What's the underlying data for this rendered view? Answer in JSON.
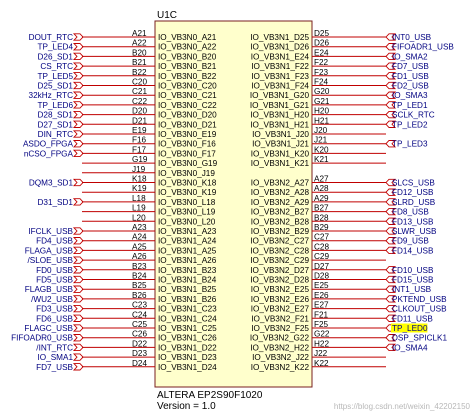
{
  "chip": {
    "ref": "U1C",
    "part": "ALTERA EP2S90F1020",
    "version": "Version = 1.0"
  },
  "left_pins": [
    {
      "net": "DOUT_RTC",
      "pin": "A21",
      "label": "IO_VB3N0_A21"
    },
    {
      "net": "TP_LED4",
      "pin": "A22",
      "label": "IO_VB3N0_A22"
    },
    {
      "net": "D26_SD1",
      "pin": "B20",
      "label": "IO_VB3N0_B20"
    },
    {
      "net": "CS_RTC",
      "pin": "B21",
      "label": "IO_VB3N0_B21"
    },
    {
      "net": "TP_LED5",
      "pin": "B22",
      "label": "IO_VB3N0_B22"
    },
    {
      "net": "D25_SD1",
      "pin": "C20",
      "label": "IO_VB3N0_C20"
    },
    {
      "net": "32kHz_RTC",
      "pin": "C21",
      "label": "IO_VB3N0_C21"
    },
    {
      "net": "TP_LED6",
      "pin": "C22",
      "label": "IO_VB3N0_C22"
    },
    {
      "net": "D28_SD1",
      "pin": "D20",
      "label": "IO_VB3N0_D20"
    },
    {
      "net": "D27_SD1",
      "pin": "D21",
      "label": "IO_VB3N0_D21"
    },
    {
      "net": "DIN_RTC",
      "pin": "E19",
      "label": "IO_VB3N0_E19"
    },
    {
      "net": "ASDO_FPGA",
      "pin": "F16",
      "label": "IO_VB3N0_F16"
    },
    {
      "net": "nCSO_FPGA",
      "pin": "F17",
      "label": "IO_VB3N0_F17"
    },
    {
      "net": "",
      "pin": "G19",
      "label": "IO_VB3N0_G19"
    },
    {
      "net": "",
      "pin": "J19",
      "label": "IO_VB3N0_J19"
    },
    {
      "net": "DQM3_SD1",
      "pin": "K18",
      "label": "IO_VB3N0_K18"
    },
    {
      "net": "",
      "pin": "K19",
      "label": "IO_VB3N0_K19"
    },
    {
      "net": "D31_SD1",
      "pin": "L18",
      "label": "IO_VB3N0_L18"
    },
    {
      "net": "",
      "pin": "L19",
      "label": "IO_VB3N0_L19"
    },
    {
      "net": "",
      "pin": "L20",
      "label": "IO_VB3N0_L20"
    },
    {
      "net": "IFCLK_USB",
      "pin": "A23",
      "label": "IO_VB3N1_A23"
    },
    {
      "net": "FD4_USB",
      "pin": "A24",
      "label": "IO_VB3N1_A24"
    },
    {
      "net": "FLAGA_USB",
      "pin": "A25",
      "label": "IO_VB3N1_A25"
    },
    {
      "net": "/SLOE_USB",
      "pin": "A26",
      "label": "IO_VB3N1_A26"
    },
    {
      "net": "FD0_USB",
      "pin": "B23",
      "label": "IO_VB3N1_B23"
    },
    {
      "net": "FD5_USB",
      "pin": "B24",
      "label": "IO_VB3N1_B24"
    },
    {
      "net": "FLAGB_USB",
      "pin": "B25",
      "label": "IO_VB3N1_B25"
    },
    {
      "net": "/WU2_USB",
      "pin": "B26",
      "label": "IO_VB3N1_B26"
    },
    {
      "net": "FD3_USB",
      "pin": "C23",
      "label": "IO_VB3N1_C23"
    },
    {
      "net": "FD6_USB",
      "pin": "C24",
      "label": "IO_VB3N1_C24"
    },
    {
      "net": "FLAGC_USB",
      "pin": "C25",
      "label": "IO_VB3N1_C25"
    },
    {
      "net": "FIFOADR0_USB",
      "pin": "C26",
      "label": "IO_VB3N1_C26"
    },
    {
      "net": "/INT_RTC",
      "pin": "D22",
      "label": "IO_VB3N1_D22"
    },
    {
      "net": "IO_SMA1",
      "pin": "D23",
      "label": "IO_VB3N1_D23"
    },
    {
      "net": "FD7_USB",
      "pin": "D24",
      "label": "IO_VB3N1_D24"
    }
  ],
  "right_pins": [
    {
      "net": "INT0_USB",
      "pin": "D25",
      "label": "IO_VB3N1_D25"
    },
    {
      "net": "FIFOADR1_USB",
      "pin": "D26",
      "label": "IO_VB3N1_D26"
    },
    {
      "net": "IO_SMA2",
      "pin": "E24",
      "label": "IO_VB3N1_E24"
    },
    {
      "net": "FD7_USB",
      "pin": "F22",
      "label": "IO_VB3N1_F22"
    },
    {
      "net": "FD1_USB",
      "pin": "F23",
      "label": "IO_VB3N1_F23"
    },
    {
      "net": "FD2_USB",
      "pin": "F24",
      "label": "IO_VB3N1_F24"
    },
    {
      "net": "IO_SMA3",
      "pin": "G20",
      "label": "IO_VB3N1_G20"
    },
    {
      "net": "TP_LED1",
      "pin": "G21",
      "label": "IO_VB3N1_G21"
    },
    {
      "net": "SCLK_RTC",
      "pin": "H20",
      "label": "IO_VB3N1_H20"
    },
    {
      "net": "TP_LED2",
      "pin": "H21",
      "label": "IO_VB3N1_H21"
    },
    {
      "net": "",
      "pin": "J20",
      "label": "IO_VB3N1_J20"
    },
    {
      "net": "TP_LED3",
      "pin": "J21",
      "label": "IO_VB3N1_J21"
    },
    {
      "net": "",
      "pin": "K20",
      "label": "IO_VB3N1_K20"
    },
    {
      "net": "",
      "pin": "K21",
      "label": "IO_VB3N1_K21"
    },
    {
      "net": "",
      "pin": "",
      "label": ""
    },
    {
      "net": "SLCS_USB",
      "pin": "A27",
      "label": "IO_VB3N2_A27"
    },
    {
      "net": "FD12_USB",
      "pin": "A28",
      "label": "IO_VB3N2_A28"
    },
    {
      "net": "SLRD_USB",
      "pin": "A29",
      "label": "IO_VB3N2_A29"
    },
    {
      "net": "FD8_USB",
      "pin": "B27",
      "label": "IO_VB3N2_B27"
    },
    {
      "net": "FD13_USB",
      "pin": "B28",
      "label": "IO_VB3N2_B28"
    },
    {
      "net": "SLWR_USB",
      "pin": "B29",
      "label": "IO_VB3N2_B29"
    },
    {
      "net": "FD9_USB",
      "pin": "C27",
      "label": "IO_VB3N2_C27"
    },
    {
      "net": "FD14_USB",
      "pin": "C28",
      "label": "IO_VB3N2_C28"
    },
    {
      "net": "",
      "pin": "C29",
      "label": "IO_VB3N2_C29"
    },
    {
      "net": "FD10_USB",
      "pin": "D27",
      "label": "IO_VB3N2_D27"
    },
    {
      "net": "FD15_USB",
      "pin": "D28",
      "label": "IO_VB3N2_D28"
    },
    {
      "net": "INT1_USB",
      "pin": "E25",
      "label": "IO_VB3N2_E25"
    },
    {
      "net": "PKTEND_USB",
      "pin": "E26",
      "label": "IO_VB3N2_E26"
    },
    {
      "net": "CLKOUT_USB",
      "pin": "E27",
      "label": "IO_VB3N2_E27"
    },
    {
      "net": "FD11_USB",
      "pin": "F21",
      "label": "IO_VB3N2_F21"
    },
    {
      "net": "TP_LED0",
      "pin": "F25",
      "label": "IO_VB3N2_F25",
      "highlight": true
    },
    {
      "net": "DSP_SPICLK1",
      "pin": "G22",
      "label": "IO_VB3N2_G22"
    },
    {
      "net": "IO_SMA4",
      "pin": "H22",
      "label": "IO_VB3N2_H22"
    },
    {
      "net": "",
      "pin": "J22",
      "label": "IO_VB3N2_J22"
    },
    {
      "net": "",
      "pin": "K22",
      "label": "IO_VB3N2_K22"
    }
  ],
  "watermark": "https://blog.csdn.net/weixin_42202150",
  "colors": {
    "body_fill": "#ffffcc",
    "body_stroke": "#7a1f1f",
    "wire": "#c00000",
    "net_text": "#000080",
    "pin_text": "#000000",
    "highlight": "#ffff00"
  }
}
